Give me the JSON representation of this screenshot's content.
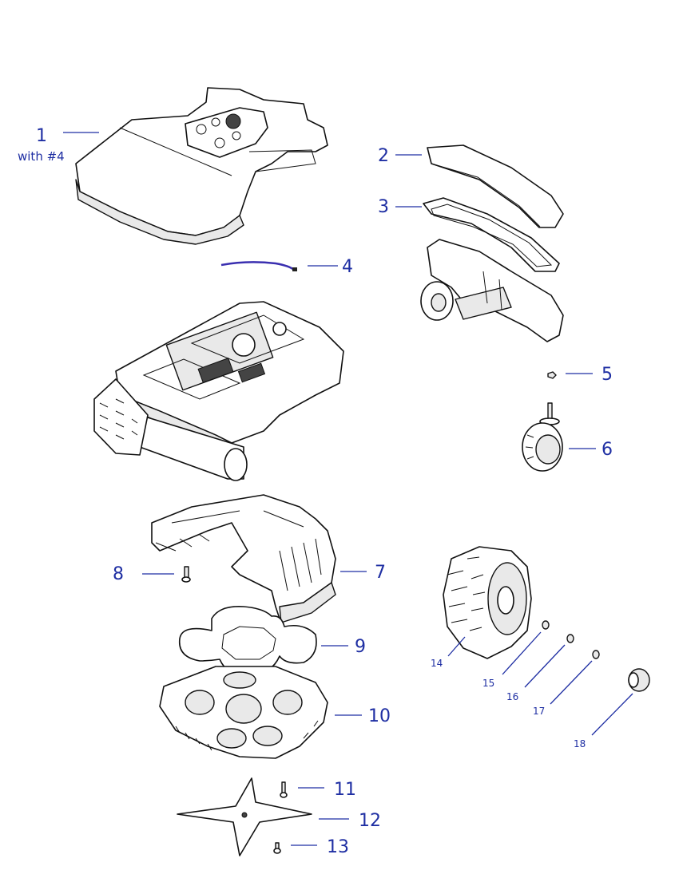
{
  "labels": {
    "p1": "1",
    "p1_note": "with #4",
    "p2": "2",
    "p3": "3",
    "p4": "4",
    "p5": "5",
    "p6": "6",
    "p7": "7",
    "p8": "8",
    "p9": "9",
    "p10": "10",
    "p11": "11",
    "p12": "12",
    "p13": "13",
    "p14": "14",
    "p15": "15",
    "p16": "16",
    "p17": "17",
    "p18": "18"
  },
  "colors": {
    "label": "#1f2fa3",
    "line": "#111111",
    "wire": "#3a2fb0"
  }
}
